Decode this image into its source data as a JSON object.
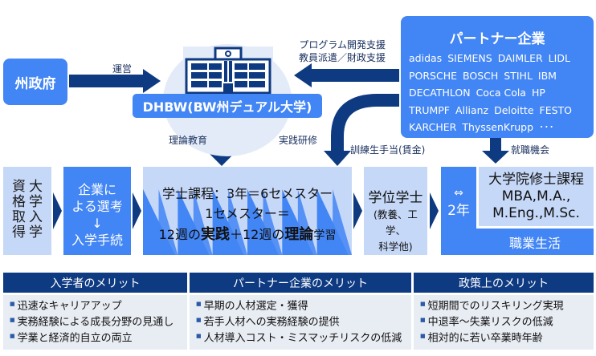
{
  "colors": {
    "primary_blue": "#4285f4",
    "navy": "#0e3a82",
    "light_blue": "#c6d8f8",
    "circle_bg": "#e4ebf8",
    "panel_bg": "#e8ecf3"
  },
  "state_government": {
    "label": "州政府"
  },
  "arrows": {
    "operate": "運営",
    "support_line1": "プログラム開発支援",
    "support_line2": "教員派遣／財政支援",
    "theory_education": "理論教育",
    "practical_training": "実践研修",
    "trainee_allowance": "訓練生手当(賃金)",
    "employment_opportunity": "就職機会"
  },
  "university": {
    "icon": "school-building-icon",
    "label": "DHBW(BW州デュアル大学)"
  },
  "partners": {
    "title": "パートナー企業",
    "companies": [
      "adidas",
      "SIEMENS",
      "DAIMLER",
      "LIDL",
      "PORSCHE",
      "BOSCH",
      "STIHL",
      "IBM",
      "DECATHLON",
      "Coca Cola",
      "HP",
      "TRUMPF",
      "Allianz",
      "Deloitte",
      "FESTO",
      "KARCHER",
      "ThyssenKrupp",
      "･･･"
    ]
  },
  "flow": {
    "qualification": {
      "col1": "資格取得",
      "col2": "大学入学"
    },
    "selection": {
      "line1": "企業に",
      "line2": "よる選考",
      "arrow": "↓",
      "line3": "入学手続"
    },
    "bachelor": {
      "line1": "学士課程：3年＝6セメスター",
      "line2": "1セメスター＝",
      "line3_a": "12週の",
      "line3_b": "実践",
      "line3_c": "＋12週の",
      "line3_d": "理論",
      "line3_e": "学習"
    },
    "degree": {
      "title": "学位学士",
      "sub1": "(教養、工学、",
      "sub2": "科学他)"
    },
    "career": {
      "years_arrow": "⇔",
      "years": "2年",
      "master_line1": "大学院修士課程",
      "master_line2": "MBA,M.A.,",
      "master_line3": "M.Eng.,M.Sc.",
      "career_label": "職業生活"
    }
  },
  "merits": [
    {
      "title": "入学者のメリット",
      "items": [
        "迅速なキャリアアップ",
        "実務経験による成長分野の見通し",
        "学業と経済的自立の両立"
      ]
    },
    {
      "title": "パートナー企業のメリット",
      "items": [
        "早期の人材選定・獲得",
        "若手人材への実務経験の提供",
        "人材導入コスト・ミスマッチリスクの低減"
      ]
    },
    {
      "title": "政策上のメリット",
      "items": [
        "短期間でのリスキリング実現",
        "中退率～失業リスクの低減",
        "相対的に若い卒業時年齢"
      ]
    }
  ]
}
